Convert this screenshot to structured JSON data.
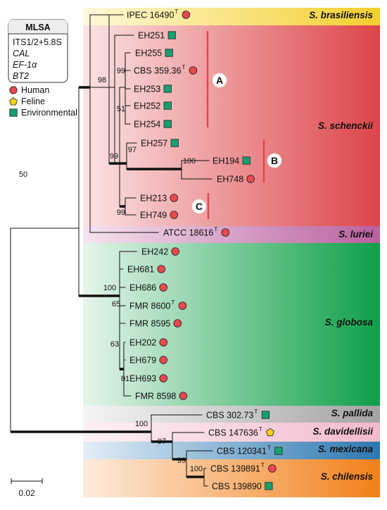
{
  "legend": {
    "title": "MLSA",
    "genes": [
      "ITS1/2+5.8S",
      "CAL",
      "EF-1α",
      "BT2"
    ],
    "origins": [
      {
        "key": "human",
        "label": "Human",
        "color": "#e8484e"
      },
      {
        "key": "feline",
        "label": "Feline",
        "color": "#f1d21c"
      },
      {
        "key": "environmental",
        "label": "Environmental",
        "color": "#15a06e"
      }
    ]
  },
  "scale_label": "0.02",
  "clades": [
    {
      "key": "brasiliensis",
      "label": "S. brasiliensis",
      "color": "#f4d23c"
    },
    {
      "key": "schenckii",
      "label": "S. schenckii",
      "color": "#df4f55"
    },
    {
      "key": "luriei",
      "label": "S. luriei",
      "color": "#bf6fa9"
    },
    {
      "key": "globosa",
      "label": "S. globosa",
      "color": "#10a34f"
    },
    {
      "key": "pallida",
      "label": "S. pallida",
      "color": "#a8a8a8"
    },
    {
      "key": "davidellisii",
      "label": "S. davidellisii",
      "color": "#f3bfcf"
    },
    {
      "key": "mexicana",
      "label": "S. mexicana",
      "color": "#2e7cb3"
    },
    {
      "key": "chilensis",
      "label": "S. chilensis",
      "color": "#f2811f"
    }
  ],
  "subgroups": [
    "A",
    "B",
    "C"
  ],
  "taxa": [
    {
      "name": "IPEC 16490",
      "type_strain": true,
      "origin": "human"
    },
    {
      "name": "EH251",
      "type_strain": false,
      "origin": "environmental"
    },
    {
      "name": "EH255",
      "type_strain": false,
      "origin": "environmental"
    },
    {
      "name": "CBS 359.36",
      "type_strain": true,
      "origin": "human"
    },
    {
      "name": "EH253",
      "type_strain": false,
      "origin": "environmental"
    },
    {
      "name": "EH252",
      "type_strain": false,
      "origin": "environmental"
    },
    {
      "name": "EH254",
      "type_strain": false,
      "origin": "environmental"
    },
    {
      "name": "EH257",
      "type_strain": false,
      "origin": "environmental"
    },
    {
      "name": "EH194",
      "type_strain": false,
      "origin": "environmental"
    },
    {
      "name": "EH748",
      "type_strain": false,
      "origin": "human"
    },
    {
      "name": "EH213",
      "type_strain": false,
      "origin": "human"
    },
    {
      "name": "EH749",
      "type_strain": false,
      "origin": "human"
    },
    {
      "name": "ATCC 18616",
      "type_strain": true,
      "origin": "human"
    },
    {
      "name": "EH242",
      "type_strain": false,
      "origin": "human"
    },
    {
      "name": "EH681",
      "type_strain": false,
      "origin": "human"
    },
    {
      "name": "EH686",
      "type_strain": false,
      "origin": "human"
    },
    {
      "name": "FMR 8600",
      "type_strain": true,
      "origin": "human"
    },
    {
      "name": "FMR 8595",
      "type_strain": false,
      "origin": "human"
    },
    {
      "name": "EH202",
      "type_strain": false,
      "origin": "human"
    },
    {
      "name": "EH679",
      "type_strain": false,
      "origin": "human"
    },
    {
      "name": "EH693",
      "type_strain": false,
      "origin": "human"
    },
    {
      "name": "FMR 8598",
      "type_strain": false,
      "origin": "human"
    },
    {
      "name": "CBS 302.73",
      "type_strain": true,
      "origin": "environmental"
    },
    {
      "name": "CBS 147636",
      "type_strain": true,
      "origin": "feline"
    },
    {
      "name": "CBS 120341",
      "type_strain": true,
      "origin": "environmental"
    },
    {
      "name": "CBS 139891",
      "type_strain": true,
      "origin": "human"
    },
    {
      "name": "CBS 139890",
      "type_strain": false,
      "origin": "environmental"
    }
  ],
  "bootstrap_values": [
    "98",
    "99",
    "51",
    "97",
    "99",
    "100",
    "99",
    "50",
    "100",
    "65",
    "63",
    "81",
    "100",
    "97",
    "99",
    "100"
  ]
}
